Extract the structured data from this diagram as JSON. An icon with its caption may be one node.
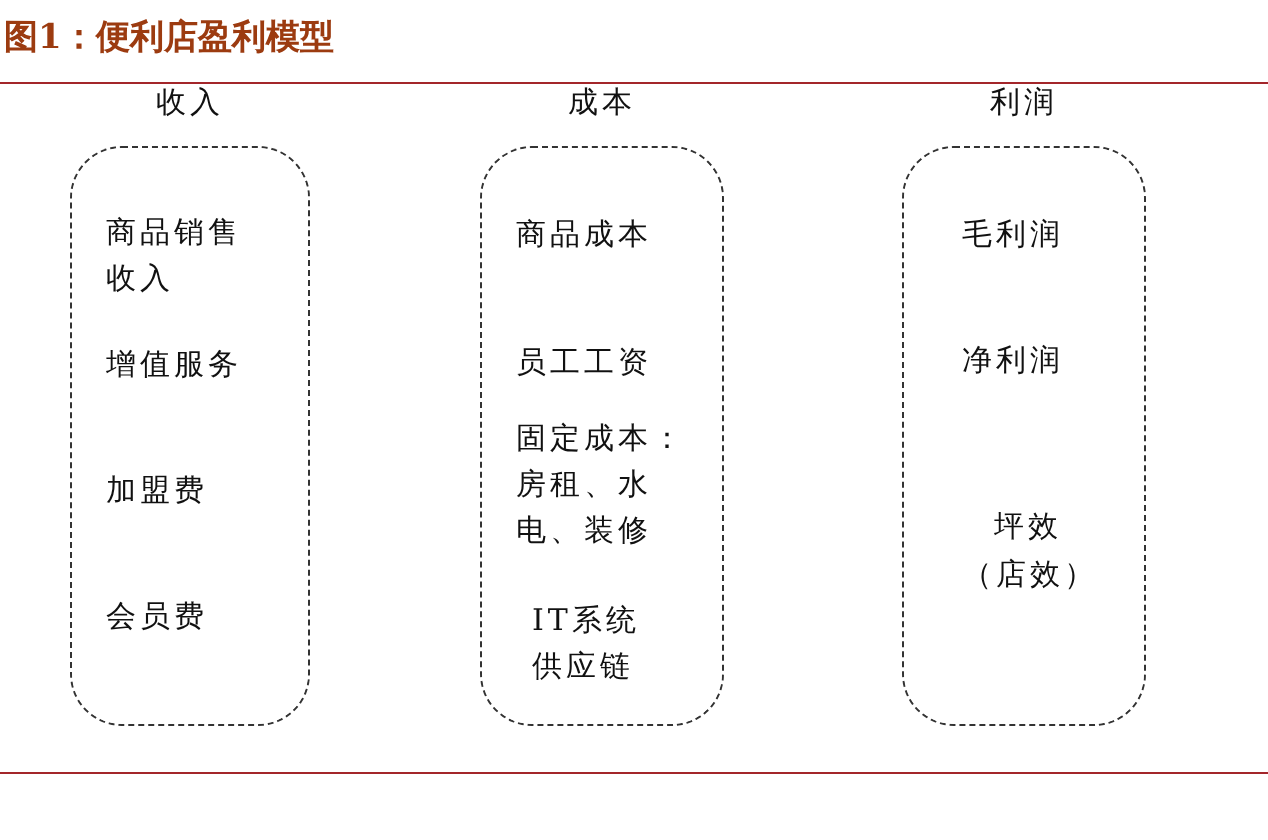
{
  "diagram": {
    "title": "图1：便利店盈利模型",
    "nodes": [
      {
        "text": [
          "收入",
          "商品销售收入",
          "增值服务",
          "加盟费",
          "会员费"
        ]
      },
      {
        "text": [
          "成本",
          "商品成本",
          "员工工资",
          "固定成本：房租、水电、装修",
          "IT系统供应链"
        ]
      },
      {
        "text": [
          "利润",
          "毛利润",
          "净利润",
          "坪效",
          "（店效）"
        ]
      }
    ]
  }
}
